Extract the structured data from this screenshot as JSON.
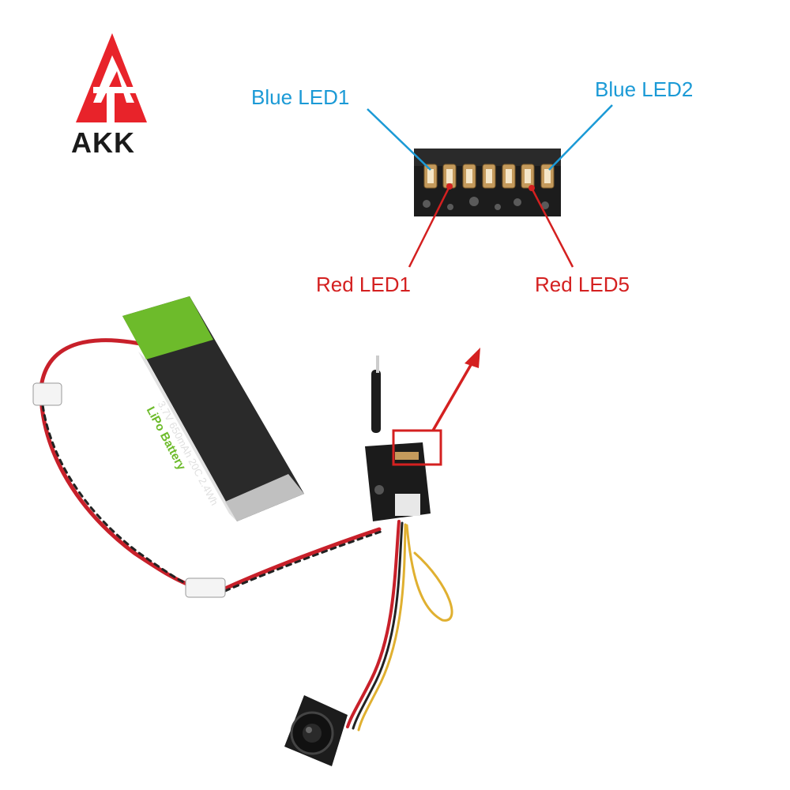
{
  "logo": {
    "text": "AKK",
    "color": "#e8232a"
  },
  "callouts": {
    "blue_led1": "Blue LED1",
    "blue_led2": "Blue LED2",
    "red_led1": "Red LED1",
    "red_led5": "Red LED5"
  },
  "battery": {
    "line1": "3.7V 650mAh 20C 2.4Wh",
    "line2": "LiPo Battery"
  },
  "colors": {
    "blue_label": "#1b9ad6",
    "red_label": "#d42020",
    "battery_green": "#6dbb2b",
    "pcb_black": "#1b1b1b"
  }
}
